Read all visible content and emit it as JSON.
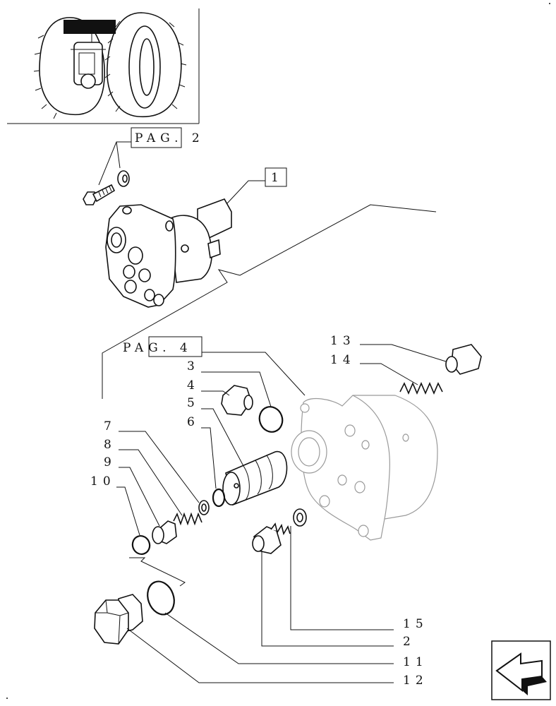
{
  "page_refs": {
    "top": "PAG. 2",
    "mid": "PAG. 4"
  },
  "boxed_callout": "1",
  "callouts": {
    "c2": "2",
    "c3": "3",
    "c4": "4",
    "c5": "5",
    "c6": "6",
    "c7": "7",
    "c8": "8",
    "c9": "9",
    "c10": "10",
    "c11": "11",
    "c12": "12",
    "c13": "13",
    "c14": "14",
    "c15": "15"
  },
  "icons": {
    "nav_arrow": "return-arrow-icon",
    "thumbnail": "tractor-thumbnail"
  }
}
